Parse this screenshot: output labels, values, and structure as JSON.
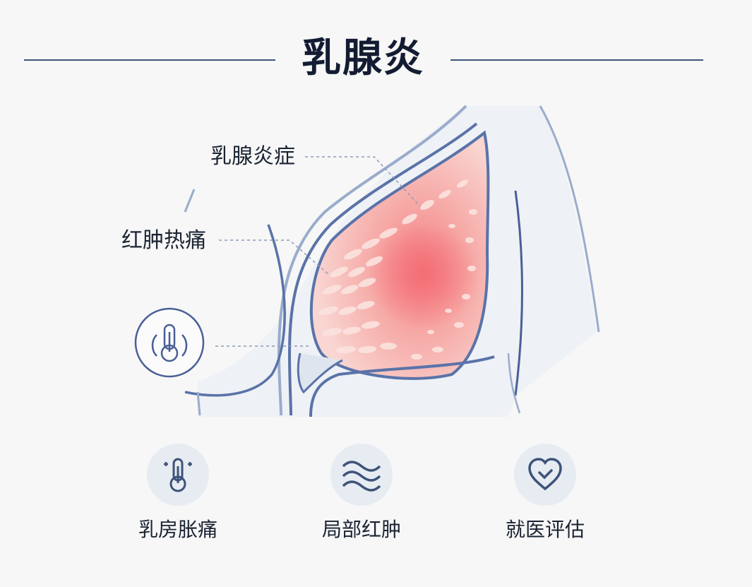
{
  "title": "乳腺炎",
  "diagram": {
    "labels": [
      "乳腺炎症",
      "红肿热痛"
    ],
    "side_icon": "thermometer-heat-icon"
  },
  "symptoms": [
    {
      "label": "乳房胀痛",
      "icon": "thermometer-icon"
    },
    {
      "label": "局部红肿",
      "icon": "wave-icon"
    },
    {
      "label": "就医评估",
      "icon": "heart-check-icon"
    }
  ],
  "colors": {
    "outline": "#5a73a8",
    "inflammation": "#f48c8c",
    "title": "#141c33",
    "icon_bg": "#e7ebf2"
  }
}
